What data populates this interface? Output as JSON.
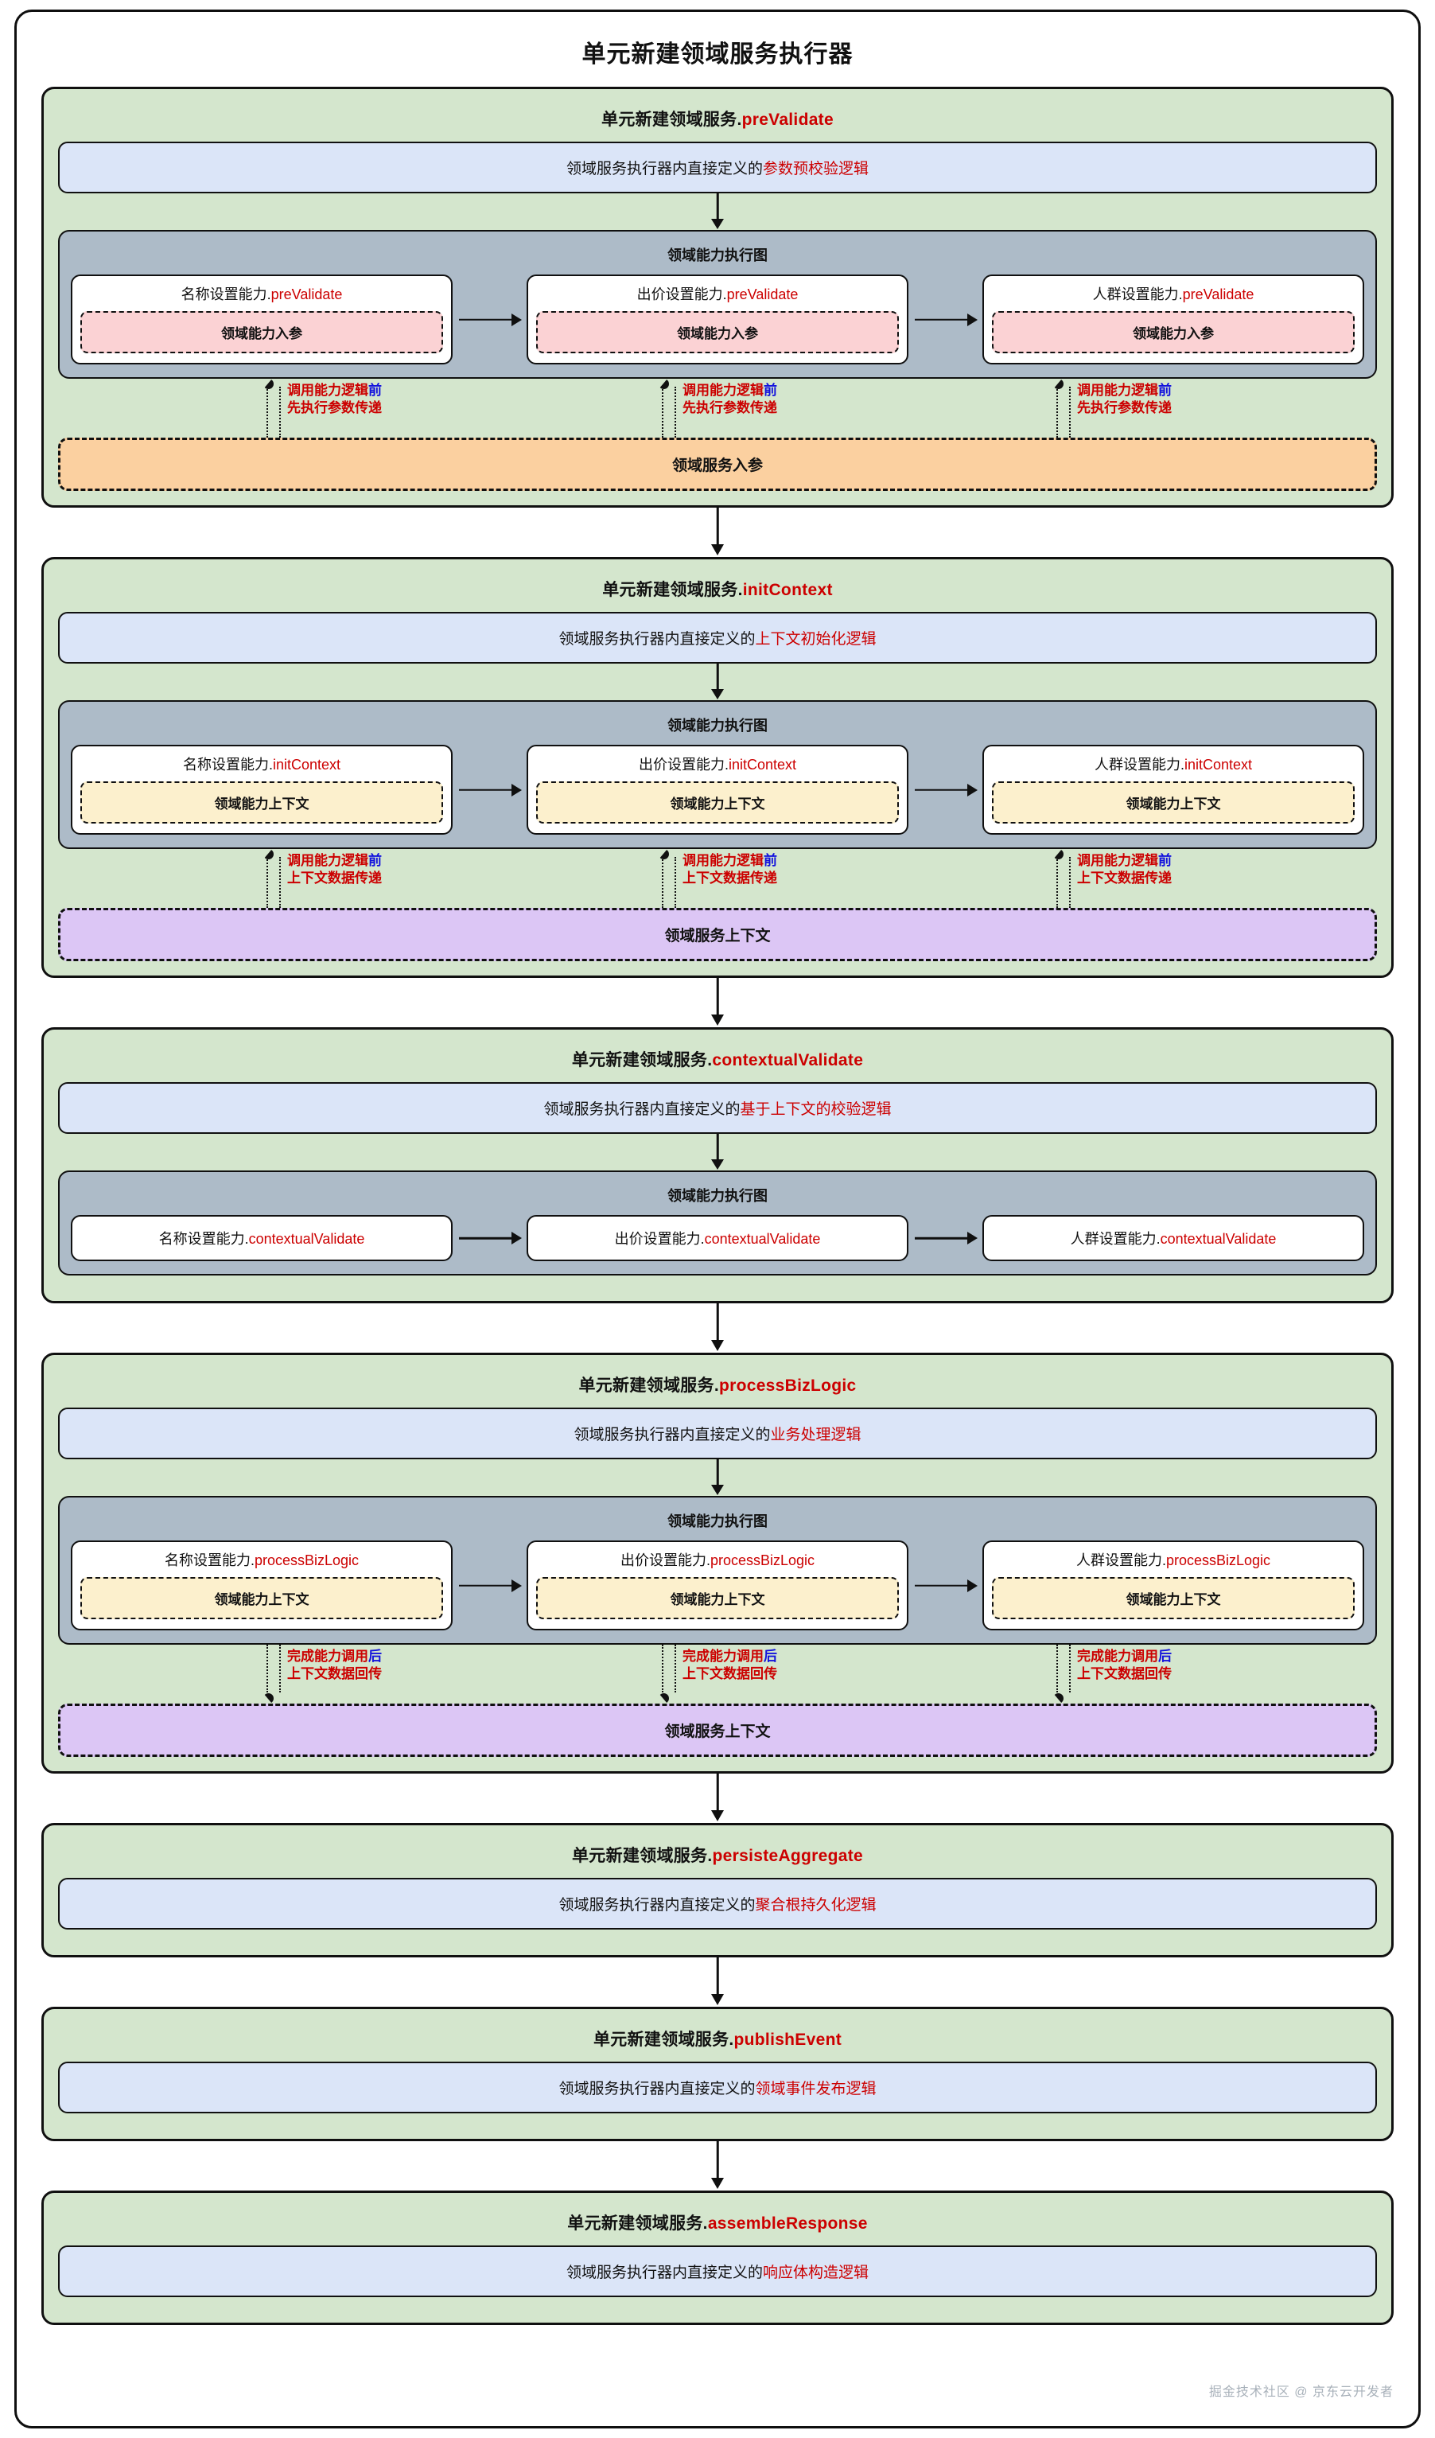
{
  "diagram": {
    "title": "单元新建领域服务执行器",
    "watermark": "掘金技术社区 @ 京东云开发者",
    "colors": {
      "stage_fill": "#d4e6cd",
      "logic_fill": "#dbe5f8",
      "capability_graph_fill": "#adbbc8",
      "capability_input_fill": "#fbd2d4",
      "capability_context_fill": "#fcf0cd",
      "service_input_fill": "#fbd0a0",
      "service_context_fill": "#dcc6f5",
      "method_text": "#cc0000",
      "accent_blue": "#1111dd",
      "border": "#101010"
    },
    "labels": {
      "capability_graph_title": "领域能力执行图",
      "service_prefix": "单元新建领域服务",
      "logic_prefix": "领域服务执行器内直接定义的",
      "capability_input": "领域能力入参",
      "capability_context": "领域能力上下文",
      "service_input": "领域服务入参",
      "service_context": "领域服务上下文"
    }
  },
  "stages": [
    {
      "id": "preValidate",
      "title_prefix": "单元新建领域服务.",
      "title_method": "preValidate",
      "logic_prefix": "领域服务执行器内直接定义的",
      "logic_highlight": "参数预校验逻辑",
      "capability_graph_title": "领域能力执行图",
      "capabilities": [
        {
          "name": "名称设置能力.",
          "method": "preValidate",
          "inner": "领域能力入参",
          "inner_style": "pink"
        },
        {
          "name": "出价设置能力.",
          "method": "preValidate",
          "inner": "领域能力入参",
          "inner_style": "pink"
        },
        {
          "name": "人群设置能力.",
          "method": "preValidate",
          "inner": "领域能力入参",
          "inner_style": "pink"
        }
      ],
      "annotation": {
        "direction": "up",
        "line1_red": "调用能力逻辑",
        "line1_blue": "前",
        "line2_red": "先执行参数传递"
      },
      "data_bar": {
        "label": "领域服务入参",
        "style": "orange"
      }
    },
    {
      "id": "initContext",
      "title_prefix": "单元新建领域服务.",
      "title_method": "initContext",
      "logic_prefix": "领域服务执行器内直接定义的",
      "logic_highlight": "上下文初始化逻辑",
      "capability_graph_title": "领域能力执行图",
      "capabilities": [
        {
          "name": "名称设置能力.",
          "method": "initContext",
          "inner": "领域能力上下文",
          "inner_style": "cream"
        },
        {
          "name": "出价设置能力.",
          "method": "initContext",
          "inner": "领域能力上下文",
          "inner_style": "cream"
        },
        {
          "name": "人群设置能力.",
          "method": "initContext",
          "inner": "领域能力上下文",
          "inner_style": "cream"
        }
      ],
      "annotation": {
        "direction": "up",
        "line1_red": "调用能力逻辑",
        "line1_blue": "前",
        "line2_red": "上下文数据传递"
      },
      "data_bar": {
        "label": "领域服务上下文",
        "style": "purple"
      }
    },
    {
      "id": "contextualValidate",
      "title_prefix": "单元新建领域服务.",
      "title_method": "contextualValidate",
      "logic_prefix": "领域服务执行器内直接定义的",
      "logic_highlight": "基于上下文的校验逻辑",
      "capability_graph_title": "领域能力执行图",
      "capabilities": [
        {
          "name": "名称设置能力.",
          "method": "contextualValidate",
          "inner": null,
          "inner_style": null
        },
        {
          "name": "出价设置能力.",
          "method": "contextualValidate",
          "inner": null,
          "inner_style": null
        },
        {
          "name": "人群设置能力.",
          "method": "contextualValidate",
          "inner": null,
          "inner_style": null
        }
      ],
      "annotation": null,
      "data_bar": null
    },
    {
      "id": "processBizLogic",
      "title_prefix": "单元新建领域服务.",
      "title_method": "processBizLogic",
      "logic_prefix": "领域服务执行器内直接定义的",
      "logic_highlight": "业务处理逻辑",
      "capability_graph_title": "领域能力执行图",
      "capabilities": [
        {
          "name": "名称设置能力.",
          "method": "processBizLogic",
          "inner": "领域能力上下文",
          "inner_style": "cream"
        },
        {
          "name": "出价设置能力.",
          "method": "processBizLogic",
          "inner": "领域能力上下文",
          "inner_style": "cream"
        },
        {
          "name": "人群设置能力.",
          "method": "processBizLogic",
          "inner": "领域能力上下文",
          "inner_style": "cream"
        }
      ],
      "annotation": {
        "direction": "down",
        "line1_red": "完成能力调用",
        "line1_blue": "后",
        "line2_red": "上下文数据回传"
      },
      "data_bar": {
        "label": "领域服务上下文",
        "style": "purple"
      }
    },
    {
      "id": "persisteAggregate",
      "title_prefix": "单元新建领域服务.",
      "title_method": "persisteAggregate",
      "logic_prefix": "领域服务执行器内直接定义的",
      "logic_highlight": "聚合根持久化逻辑",
      "capability_graph_title": null,
      "capabilities": [],
      "annotation": null,
      "data_bar": null
    },
    {
      "id": "publishEvent",
      "title_prefix": "单元新建领域服务.",
      "title_method": "publishEvent",
      "logic_prefix": "领域服务执行器内直接定义的",
      "logic_highlight": "领域事件发布逻辑",
      "capability_graph_title": null,
      "capabilities": [],
      "annotation": null,
      "data_bar": null
    },
    {
      "id": "assembleResponse",
      "title_prefix": "单元新建领域服务.",
      "title_method": "assembleResponse",
      "logic_prefix": "领域服务执行器内直接定义的",
      "logic_highlight": "响应体构造逻辑",
      "capability_graph_title": null,
      "capabilities": [],
      "annotation": null,
      "data_bar": null
    }
  ]
}
